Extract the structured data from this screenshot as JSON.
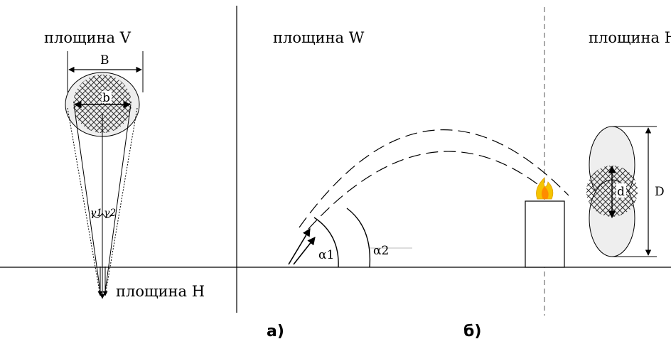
{
  "labels": {
    "plane_v": "площина V",
    "plane_w": "площина W",
    "plane_h_top": "площина H",
    "plane_h_bottom": "площина H",
    "B": "B",
    "b": "b",
    "gamma1": "γ1",
    "gamma2": "γ2",
    "alpha1": "α1",
    "alpha2": "α2",
    "d": "d",
    "D": "D",
    "panel_a": "а)",
    "panel_b": "б)"
  },
  "colors": {
    "line": "#000000",
    "hatch": "#333333",
    "ellipse_fill": "#eeeeee",
    "flame_outer": "#f5c400",
    "flame_inner": "#ff8c00"
  },
  "icons": {
    "fire": "flame-icon"
  }
}
